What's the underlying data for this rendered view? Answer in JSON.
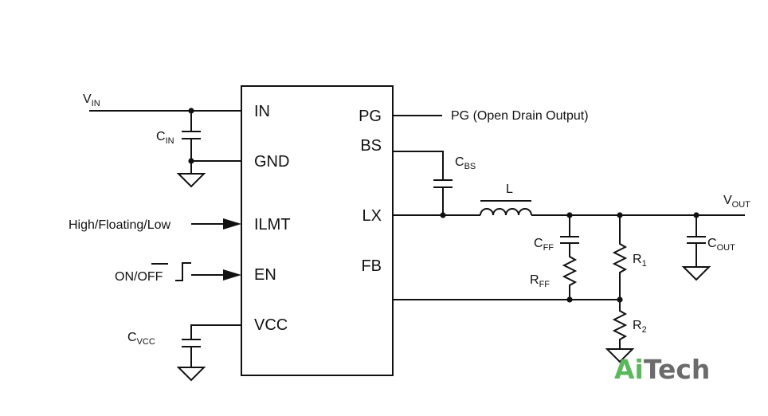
{
  "chip_pins": {
    "in": "IN",
    "gnd": "GND",
    "ilmt": "ILMT",
    "en": "EN",
    "vcc": "VCC",
    "pg": "PG",
    "bs": "BS",
    "lx": "LX",
    "fb": "FB"
  },
  "signals": {
    "vin_main": "V",
    "vin_sub": "IN",
    "vout_main": "V",
    "vout_sub": "OUT",
    "pg_output": "PG (Open Drain Output)",
    "ilmt_input": "High/Floating/Low",
    "en_input_prefix": "ON/",
    "en_input_overbar": "OFF"
  },
  "components": {
    "cin_main": "C",
    "cin_sub": "IN",
    "cvcc_main": "C",
    "cvcc_sub": "VCC",
    "cbs_main": "C",
    "cbs_sub": "BS",
    "inductor": "L",
    "cff_main": "C",
    "cff_sub": "FF",
    "rff_main": "R",
    "rff_sub": "FF",
    "r1_main": "R",
    "r1_sub": "1",
    "r2_main": "R",
    "r2_sub": "2",
    "cout_main": "C",
    "cout_sub": "OUT"
  },
  "watermark": {
    "part1": "Ai",
    "part2": "Tech",
    "color1": "#5cb85c",
    "color2": "#6b6b6b"
  }
}
